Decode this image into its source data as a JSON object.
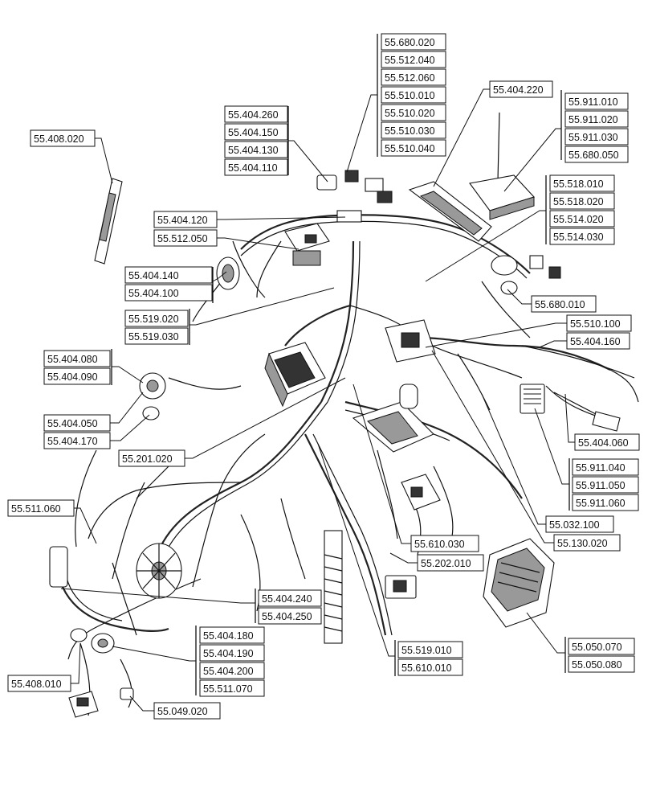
{
  "callouts": {
    "c55680020": "55.680.020",
    "c55512040": "55.512.040",
    "c55512060": "55.512.060",
    "c55510010": "55.510.010",
    "c55510020": "55.510.020",
    "c55510030": "55.510.030",
    "c55510040": "55.510.040",
    "c55404220": "55.404.220",
    "c55911010": "55.911.010",
    "c55911020": "55.911.020",
    "c55911030": "55.911.030",
    "c55680050": "55.680.050",
    "c55404260": "55.404.260",
    "c55404150": "55.404.150",
    "c55404130": "55.404.130",
    "c55404110": "55.404.110",
    "c55408020": "55.408.020",
    "c55518010": "55.518.010",
    "c55518020": "55.518.020",
    "c55514020": "55.514.020",
    "c55514030": "55.514.030",
    "c55404120": "55.404.120",
    "c55512050": "55.512.050",
    "c55404140": "55.404.140",
    "c55404100": "55.404.100",
    "c55680010": "55.680.010",
    "c55519020": "55.519.020",
    "c55519030": "55.519.030",
    "c55510100": "55.510.100",
    "c55404160": "55.404.160",
    "c55404080": "55.404.080",
    "c55404090": "55.404.090",
    "c55404050": "55.404.050",
    "c55404170": "55.404.170",
    "c55404060": "55.404.060",
    "c55201020": "55.201.020",
    "c55911040": "55.911.040",
    "c55911050": "55.911.050",
    "c55911060": "55.911.060",
    "c55511060": "55.511.060",
    "c55032100": "55.032.100",
    "c55610030": "55.610.030",
    "c55130020": "55.130.020",
    "c55202010": "55.202.010",
    "c55404240": "55.404.240",
    "c55404250": "55.404.250",
    "c55404180": "55.404.180",
    "c55404190": "55.404.190",
    "c55404200": "55.404.200",
    "c55511070": "55.511.070",
    "c55519010": "55.519.010",
    "c55610010": "55.610.010",
    "c55050070": "55.050.070",
    "c55050080": "55.050.080",
    "c55408010": "55.408.010",
    "c55049020": "55.049.020"
  }
}
